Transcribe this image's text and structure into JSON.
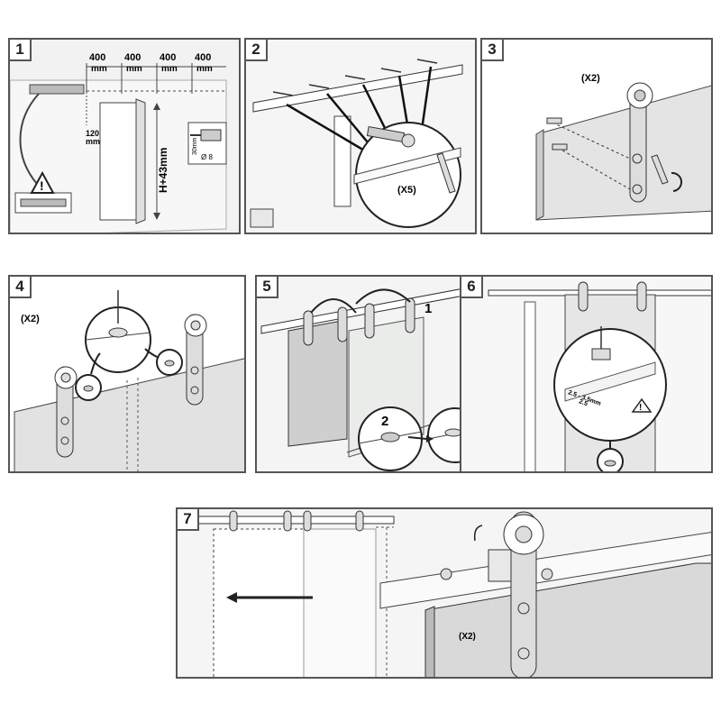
{
  "steps": [
    {
      "number": "1",
      "labels": {
        "dim1": "400",
        "dim2": "400",
        "dim3": "400",
        "dim4": "400",
        "unit": "mm",
        "height": "H+43mm",
        "offset": "120",
        "offset_unit": "mm",
        "drill_size": "30mm",
        "drill_bit": "Ø 8"
      }
    },
    {
      "number": "2",
      "labels": {
        "qty": "(X5)"
      }
    },
    {
      "number": "3",
      "labels": {
        "qty": "(X2)"
      }
    },
    {
      "number": "4",
      "labels": {
        "qty": "(X2)"
      }
    },
    {
      "number": "5",
      "labels": {
        "sub1": "1",
        "sub2": "2"
      }
    },
    {
      "number": "6",
      "labels": {
        "dim_a": "2.5",
        "dim_b": "2.5 - 3.5mm"
      }
    },
    {
      "number": "7",
      "labels": {
        "qty": "(X2)"
      }
    }
  ],
  "colors": {
    "line": "#333333",
    "panel_border": "#555555",
    "door": "#d9d9d9",
    "wall": "#efefef",
    "glass": "#e9ece8"
  }
}
